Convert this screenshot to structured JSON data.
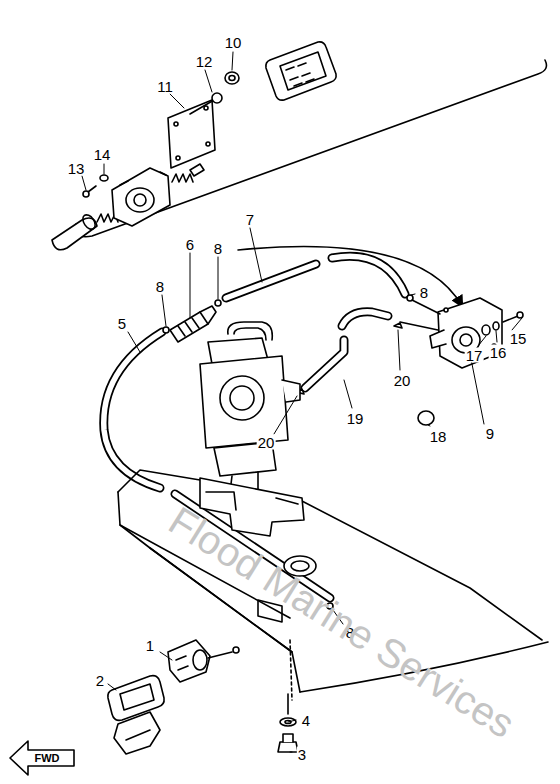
{
  "diagram": {
    "labels": [
      "10",
      "11",
      "12",
      "13",
      "14",
      "7",
      "8",
      "6",
      "8",
      "8",
      "5",
      "15",
      "17",
      "16",
      "20",
      "19",
      "9",
      "20",
      "18",
      "8",
      "1",
      "2",
      "4",
      "3",
      "FWD",
      "Flood Marine Services"
    ]
  }
}
